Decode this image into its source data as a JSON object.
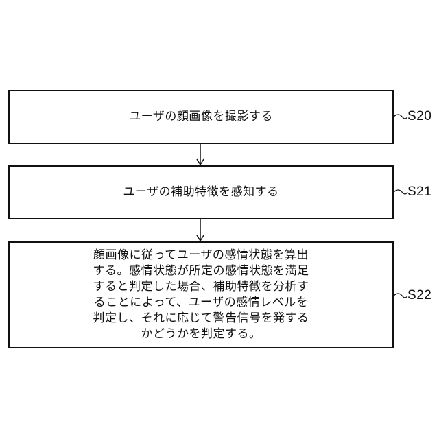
{
  "steps": [
    {
      "text": "ユーザの顔画像を撮影する",
      "label": "S20"
    },
    {
      "text": "ユーザの補助特徴を感知する",
      "label": "S21"
    },
    {
      "text": "顔画像に従ってユーザの感情状態を算出\nする。感情状態が所定の感情状態を満足\nすると判定した場合、補助特徴を分析す\nることによって、ユーザの感情レベルを\n判定し、それに応じて警告信号を発する\nかどうかを判定する。",
      "label": "S22"
    }
  ]
}
